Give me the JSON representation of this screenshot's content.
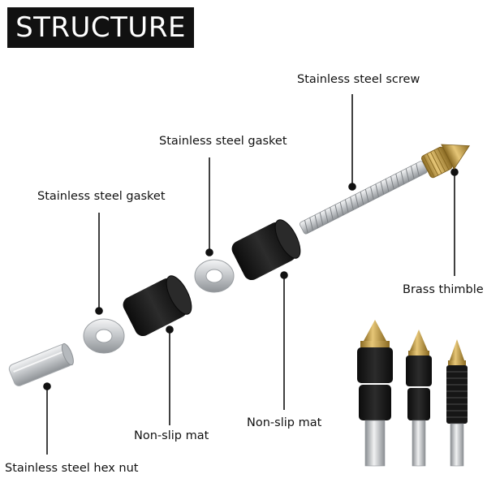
{
  "title": "STRUCTURE",
  "labels": {
    "screw": "Stainless steel screw",
    "gasket_right": "Stainless steel gasket",
    "gasket_left": "Stainless steel gasket",
    "thimble": "Brass thimble",
    "mat_right": "Non-slip mat",
    "mat_left": "Non-slip mat",
    "hex_nut": "Stainless steel hex nut"
  },
  "colors": {
    "title_bg": "#111111",
    "title_fg": "#ffffff",
    "rubber": "#1c1c1c",
    "steel": "#c9ccd0",
    "brass": "#c9a24a"
  }
}
